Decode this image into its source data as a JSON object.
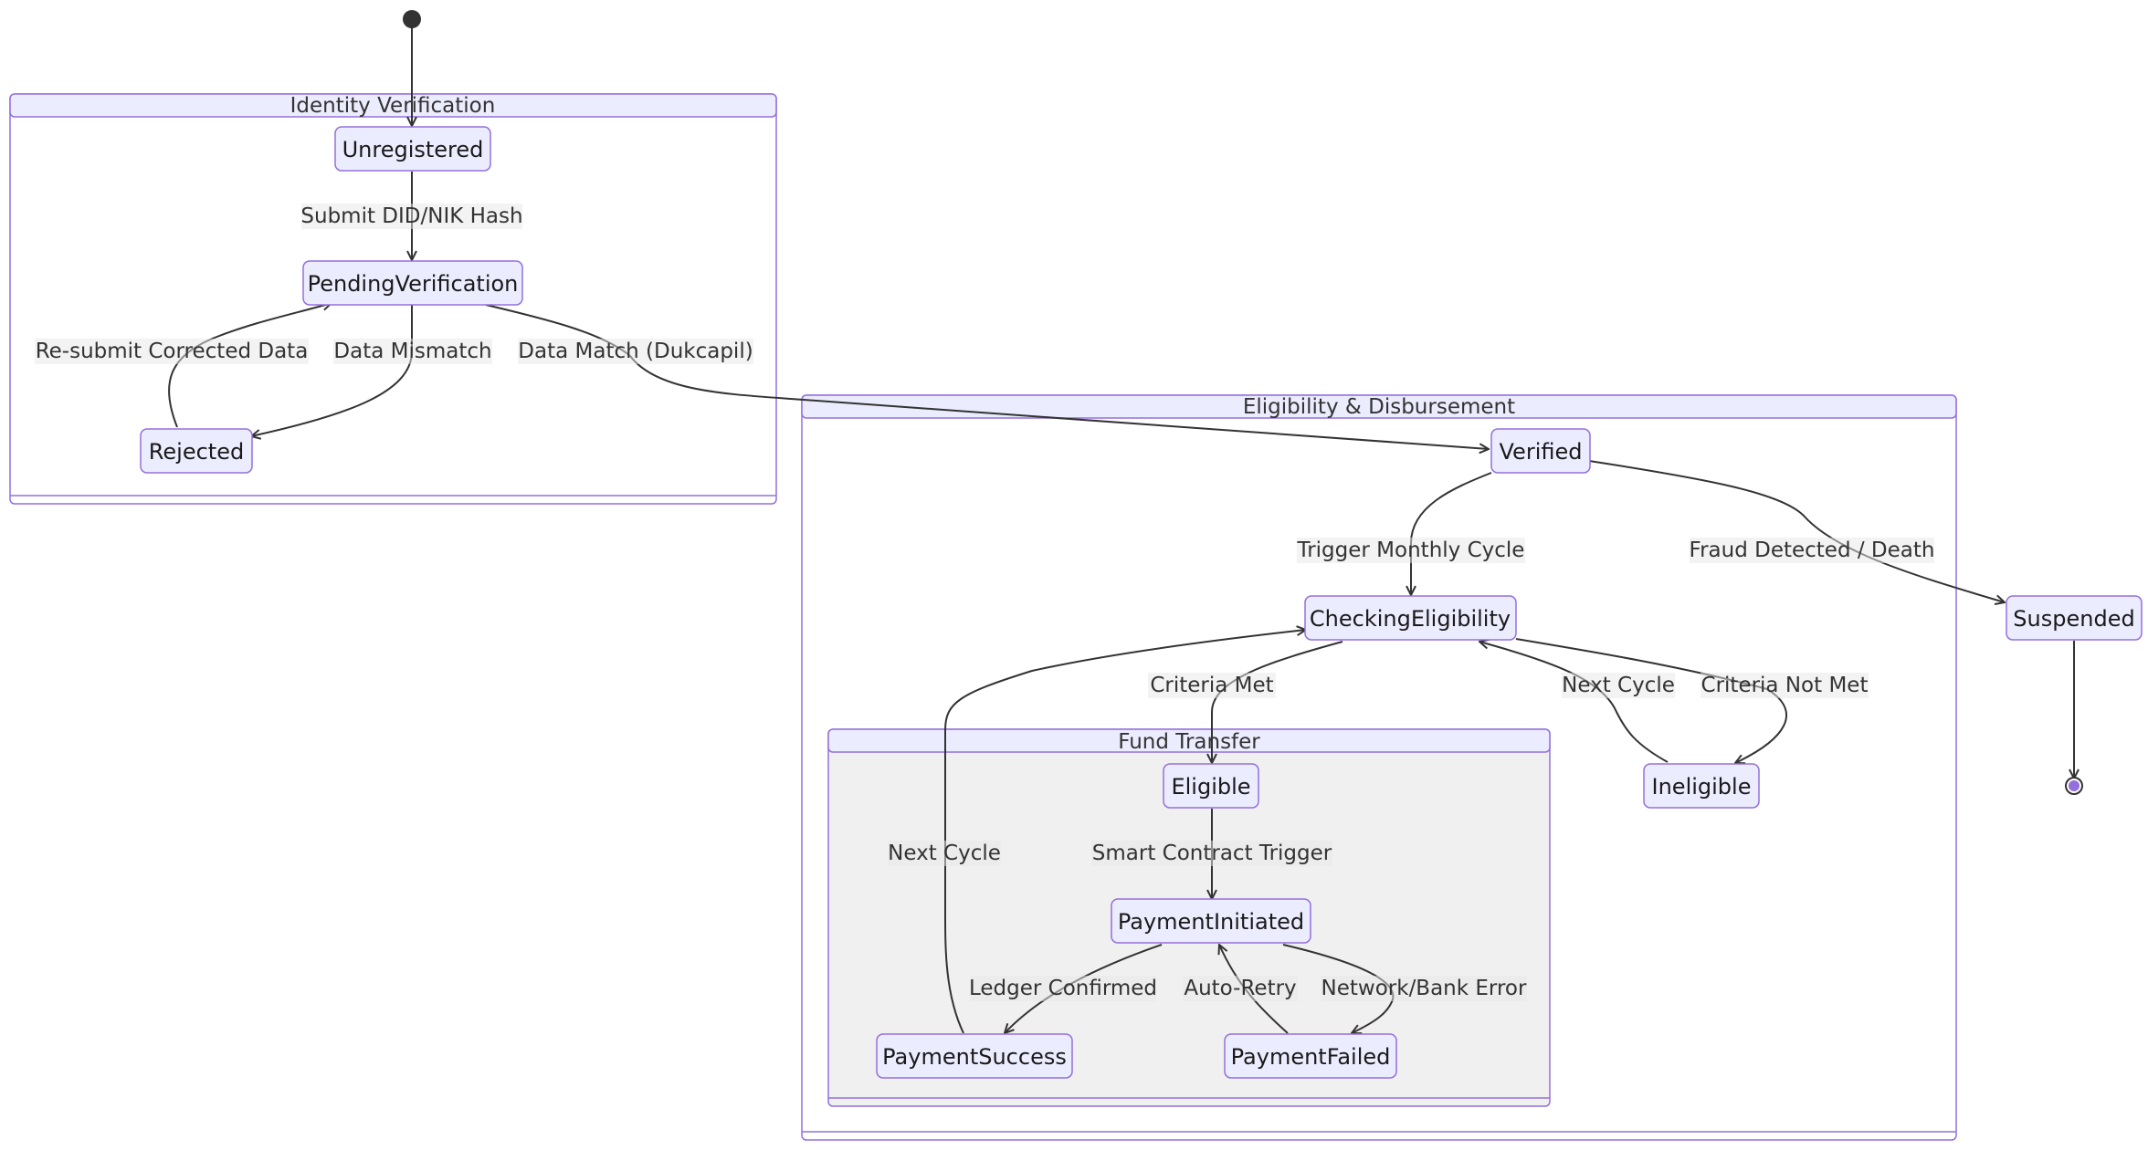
{
  "clusters": {
    "identity": {
      "title": "Identity Verification"
    },
    "eligibility": {
      "title": "Eligibility & Disbursement"
    },
    "fund": {
      "title": "Fund Transfer"
    }
  },
  "states": {
    "unregistered": "Unregistered",
    "pending": "PendingVerification",
    "rejected": "Rejected",
    "verified": "Verified",
    "checking": "CheckingEligibility",
    "eligible": "Eligible",
    "ineligible": "Ineligible",
    "initiated": "PaymentInitiated",
    "success": "PaymentSuccess",
    "failed": "PaymentFailed",
    "suspended": "Suspended"
  },
  "transitions": {
    "submit": "Submit DID/NIK Hash",
    "resubmit": "Re-submit Corrected Data",
    "mismatch": "Data Mismatch",
    "match": "Data Match (Dukcapil)",
    "trigger_monthly": "Trigger Monthly Cycle",
    "fraud": "Fraud Detected / Death",
    "criteria_met": "Criteria Met",
    "next_cycle_ineligible": "Next Cycle",
    "criteria_not_met": "Criteria Not Met",
    "smart_contract": "Smart Contract Trigger",
    "next_cycle_success": "Next Cycle",
    "ledger": "Ledger Confirmed",
    "auto_retry": "Auto-Retry",
    "network_error": "Network/Bank Error"
  },
  "colors": {
    "node_fill": "#ececff",
    "node_stroke": "#9370db",
    "inner_cluster_fill": "#f0f0f0",
    "edge": "#333333"
  }
}
